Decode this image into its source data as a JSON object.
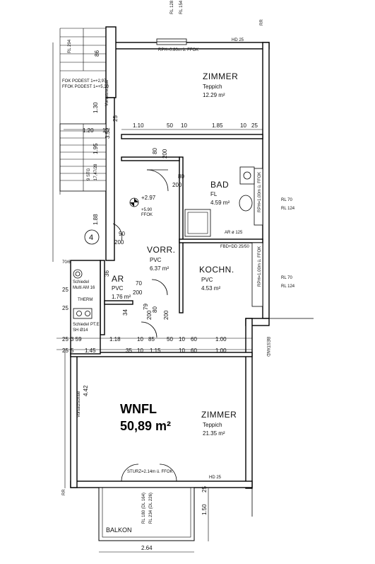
{
  "rooms": {
    "zimmer_top": {
      "name": "ZIMMER",
      "floor": "Teppich",
      "area": "12.29 m²"
    },
    "bad": {
      "name": "BAD",
      "floor": "FL",
      "area": "4.59 m²"
    },
    "vorr": {
      "name": "VORR.",
      "floor": "PVC",
      "area": "6.37 m²"
    },
    "kochn": {
      "name": "KOCHN.",
      "floor": "PVC",
      "area": "4.53 m²"
    },
    "ar": {
      "name": "AR",
      "floor": "PVC",
      "area": "1.76 m²"
    },
    "zimmer_bottom": {
      "name": "ZIMMER",
      "floor": "Teppich",
      "area": "21.35 m²"
    },
    "balkon": {
      "name": "BALKON"
    }
  },
  "wnfl": {
    "label": "WNFL",
    "value": "50,89 m²"
  },
  "labels": {
    "rl_top_a": "RL 128",
    "rl_top_b": "RL 154",
    "rl_left": "RL 294",
    "hd_top": "HD 25",
    "rph_top": "RPH=0.80m ü. FFOK",
    "fok_podest_a": "FOK PODEST 1=+2,97",
    "fok_podest_b": "FFOK PODEST 1=+5,30",
    "stg": "9 STG",
    "stg_dim": "17,47/28",
    "level": "+2.97",
    "level_sub": "+5.90",
    "level_ffok": "FFOK",
    "stair_num": "4",
    "ar_label": "AR ø 125",
    "fbd": "FBD+DD 25/50",
    "rph_right_a": "RPH=1.00m ü. FFOK",
    "rph_right_b": "RPH=1.00m ü. FFOK",
    "rl_r1_a": "RL 70",
    "rl_r1_b": "RL 124",
    "rl_r2_a": "RL 70",
    "rl_r2_b": "RL 124",
    "bestand": "BESTAND",
    "vorsatzschale_a": "Vorsatzschale",
    "vorsatzschale_b": "Vorsatzschale",
    "sturz": "STURZ=2.14m ü. FFOK",
    "hd_bottom": "HD 25",
    "rl_balk_a": "RL 180 (DL 164)",
    "rl_balk_b": "RL 234 (DL 226)",
    "rr_top": "RR",
    "rr_bottom": "RR",
    "schiedel_a": "Schiedel",
    "schiedel_b": "Multi AM 16",
    "therm": "THERM",
    "schiedel_c": "Schiedel",
    "sh": "SH Ø14",
    "pt": "PT.E",
    "vor_left": "70/6"
  },
  "dims": {
    "d_110": "1.10",
    "d_50": "50",
    "d_10a": "10",
    "d_185": "1.85",
    "d_10b": "10",
    "d_25a": "25",
    "d_120": "1.20",
    "d_15": "15",
    "d_25b": "25",
    "d_130": "1.30",
    "d_86": "86",
    "d_195": "1.95",
    "d_188": "1.88",
    "d_352": "3.52",
    "d_80a": "80",
    "d_200a": "200",
    "d_80b": "80",
    "d_200b": "200",
    "d_90": "90",
    "d_200c": "200",
    "d_70": "70",
    "d_200d": "200",
    "d_36": "36",
    "d_34": "34",
    "d_79": "79",
    "d_200e": "200",
    "d_80c": "80",
    "d_200f": "200",
    "row1_25": "25",
    "row1_359": "3 59",
    "row1_118": "1.18",
    "row1_10": "10",
    "row1_85": "85",
    "row1_50": "50",
    "row1_10b": "10",
    "row1_60": "60",
    "row1_100": "1.00",
    "row2_25a": "25",
    "row2_5": "5",
    "row2_145": "1.45",
    "row2_35": "35",
    "row2_10": "10",
    "row2_115": "1.15",
    "row2_10b": "10",
    "row2_60": "60",
    "row2_100": "1.00",
    "left_25": "25",
    "left_25b": "25",
    "v_442": "4.42",
    "v_150": "1.50",
    "v_25": "25",
    "b_264": "2.64"
  }
}
